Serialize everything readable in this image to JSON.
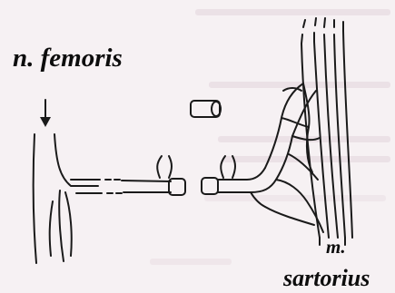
{
  "labels": {
    "nerve": "n. femoris",
    "muscle_line1": "m.",
    "muscle_line2": "sartorius"
  },
  "colors": {
    "background": "#f6f1f3",
    "ink": "#1a1a1a",
    "bleed_through": "#e7dbe2"
  }
}
